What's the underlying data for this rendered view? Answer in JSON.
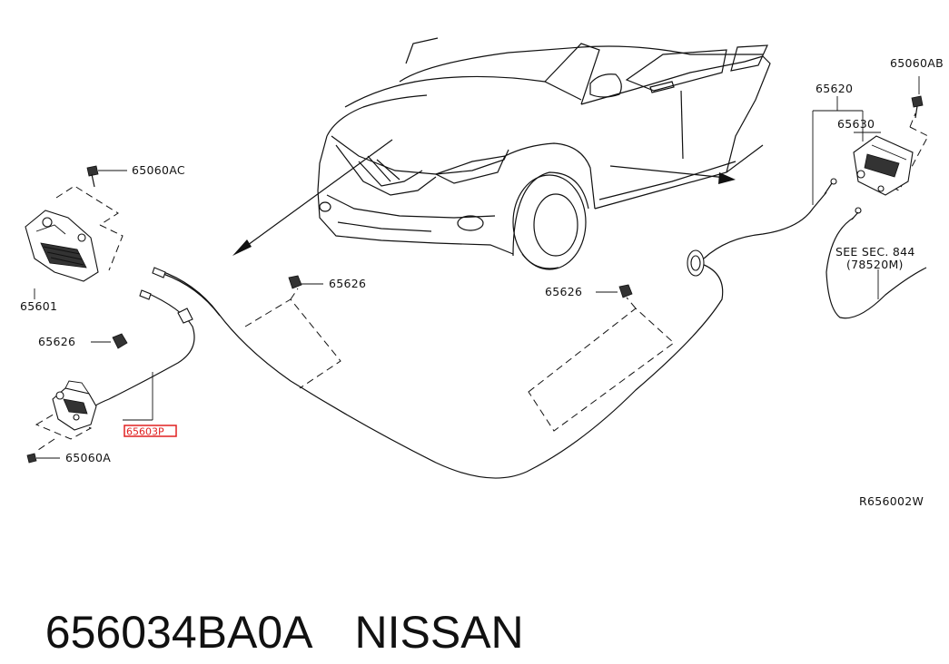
{
  "labels": {
    "bolt_ac": "65060AC",
    "lock": "65601",
    "clip_left": "65626",
    "clip_mid": "65626",
    "clip_right": "65626",
    "bolt_a": "65060A",
    "cable_highlight": "65603P",
    "handle": "65620",
    "bracket": "65630",
    "bolt_ab": "65060AB",
    "see_sec": "SEE SEC. 844",
    "see_sec_ref": "(78520M)",
    "diagram_ref": "R656002W"
  },
  "caption": {
    "part_number": "656034BA0A",
    "brand": "NISSAN"
  },
  "colors": {
    "highlight": "#e02020",
    "line": "#111111"
  }
}
